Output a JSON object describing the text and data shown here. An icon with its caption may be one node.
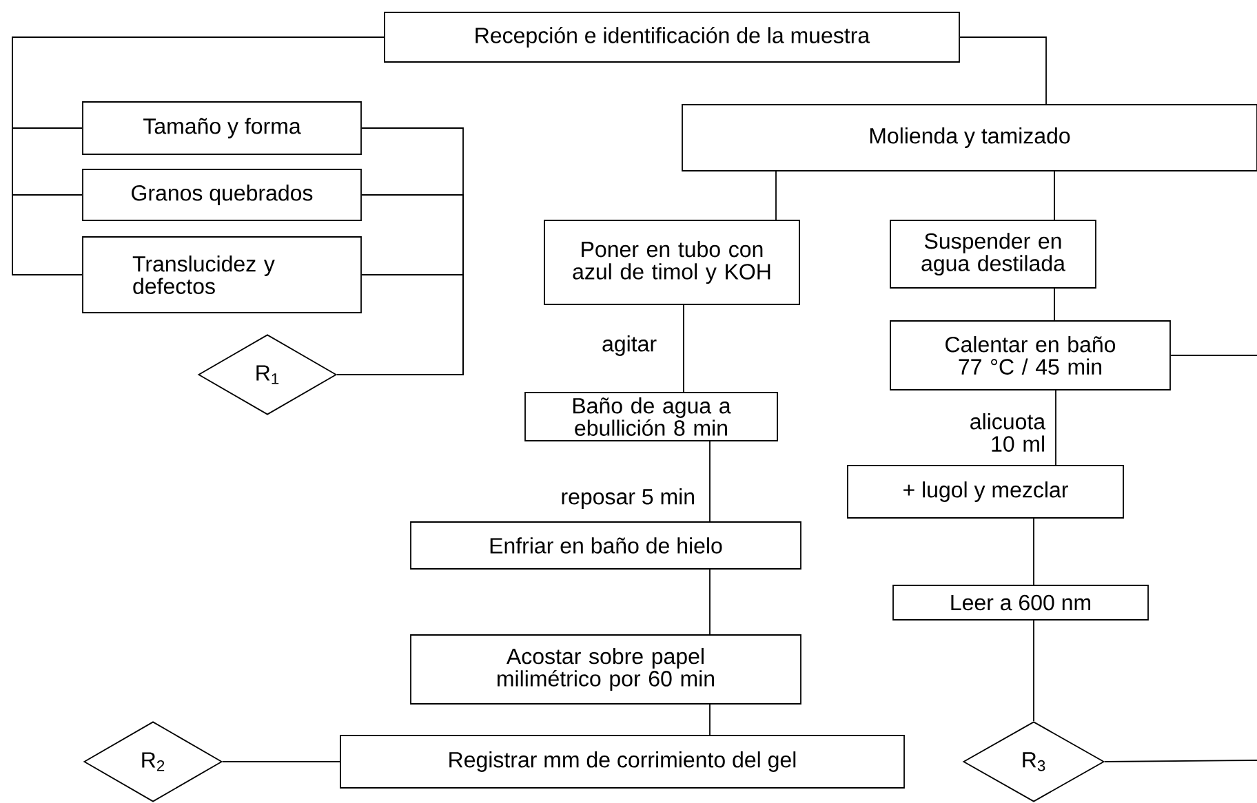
{
  "diagram": {
    "nodes": [
      {
        "text": [
          "Recepción e identificación de la muestra"
        ]
      },
      {
        "text": [
          "Tamaño y forma"
        ]
      },
      {
        "text": [
          "Granos quebrados"
        ]
      },
      {
        "text": [
          "Translucidez y defectos"
        ]
      },
      {
        "text": [
          "R$_{1}$"
        ]
      },
      {
        "text": [
          "Molienda y tamizado"
        ]
      },
      {
        "text": [
          "Poner en tubo con azul de timol y KOH"
        ]
      },
      {
        "text": [
          "Suspender en agua destilada"
        ]
      },
      {
        "text": [
          "Baño de agua a ebullición 8 min"
        ]
      },
      {
        "text": [
          "Calentar en baño 77 °C / 45 min"
        ]
      },
      {
        "text": [
          "Enfriar en baño de hielo"
        ]
      },
      {
        "text": [
          "+ lugol y mezclar"
        ]
      },
      {
        "text": [
          "Acostar sobre papel milimétrico por 60 min"
        ]
      },
      {
        "text": [
          "Leer a 600 nm"
        ]
      },
      {
        "text": [
          "R$_{2}$"
        ]
      },
      {
        "text": [
          "Registrar mm de corrimiento del gel"
        ]
      },
      {
        "text": [
          "R$_{3}$"
        ]
      }
    ],
    "edges": [
      {
        "from": 0,
        "to": 1,
        "arrow": "none"
      },
      {
        "from": 0,
        "to": 2,
        "arrow": "none"
      },
      {
        "from": 0,
        "to": 3,
        "arrow": "none"
      },
      {
        "from": 0,
        "to": 5,
        "arrow": "none"
      },
      {
        "from": 1,
        "to": 4,
        "arrow": "none"
      },
      {
        "from": 2,
        "to": 4,
        "arrow": "none"
      },
      {
        "from": 3,
        "to": 4,
        "arrow": "none"
      },
      {
        "from": 5,
        "to": 6,
        "arrow": "none"
      },
      {
        "from": 5,
        "to": 7,
        "arrow": "none"
      },
      {
        "from": 6,
        "to": 8,
        "arrow": "none",
        "label": "agitar"
      },
      {
        "from": 8,
        "to": 10,
        "arrow": "none",
        "label": "reposar 5 min"
      },
      {
        "from": 10,
        "to": 12,
        "arrow": "none"
      },
      {
        "from": 12,
        "to": 15,
        "arrow": "none"
      },
      {
        "from": 15,
        "to": 14,
        "arrow": "none"
      },
      {
        "from": 7,
        "to": 9,
        "arrow": "none"
      },
      {
        "from": 9,
        "to": 11,
        "arrow": "none",
        "label": "alicuota 10 ml"
      },
      {
        "from": 11,
        "to": 13,
        "arrow": "none"
      },
      {
        "from": 13,
        "to": 16,
        "arrow": "none"
      },
      {
        "from": 9,
        "to": null,
        "arrow": "none"
      },
      {
        "from": 16,
        "to": null,
        "arrow": "none"
      }
    ]
  }
}
